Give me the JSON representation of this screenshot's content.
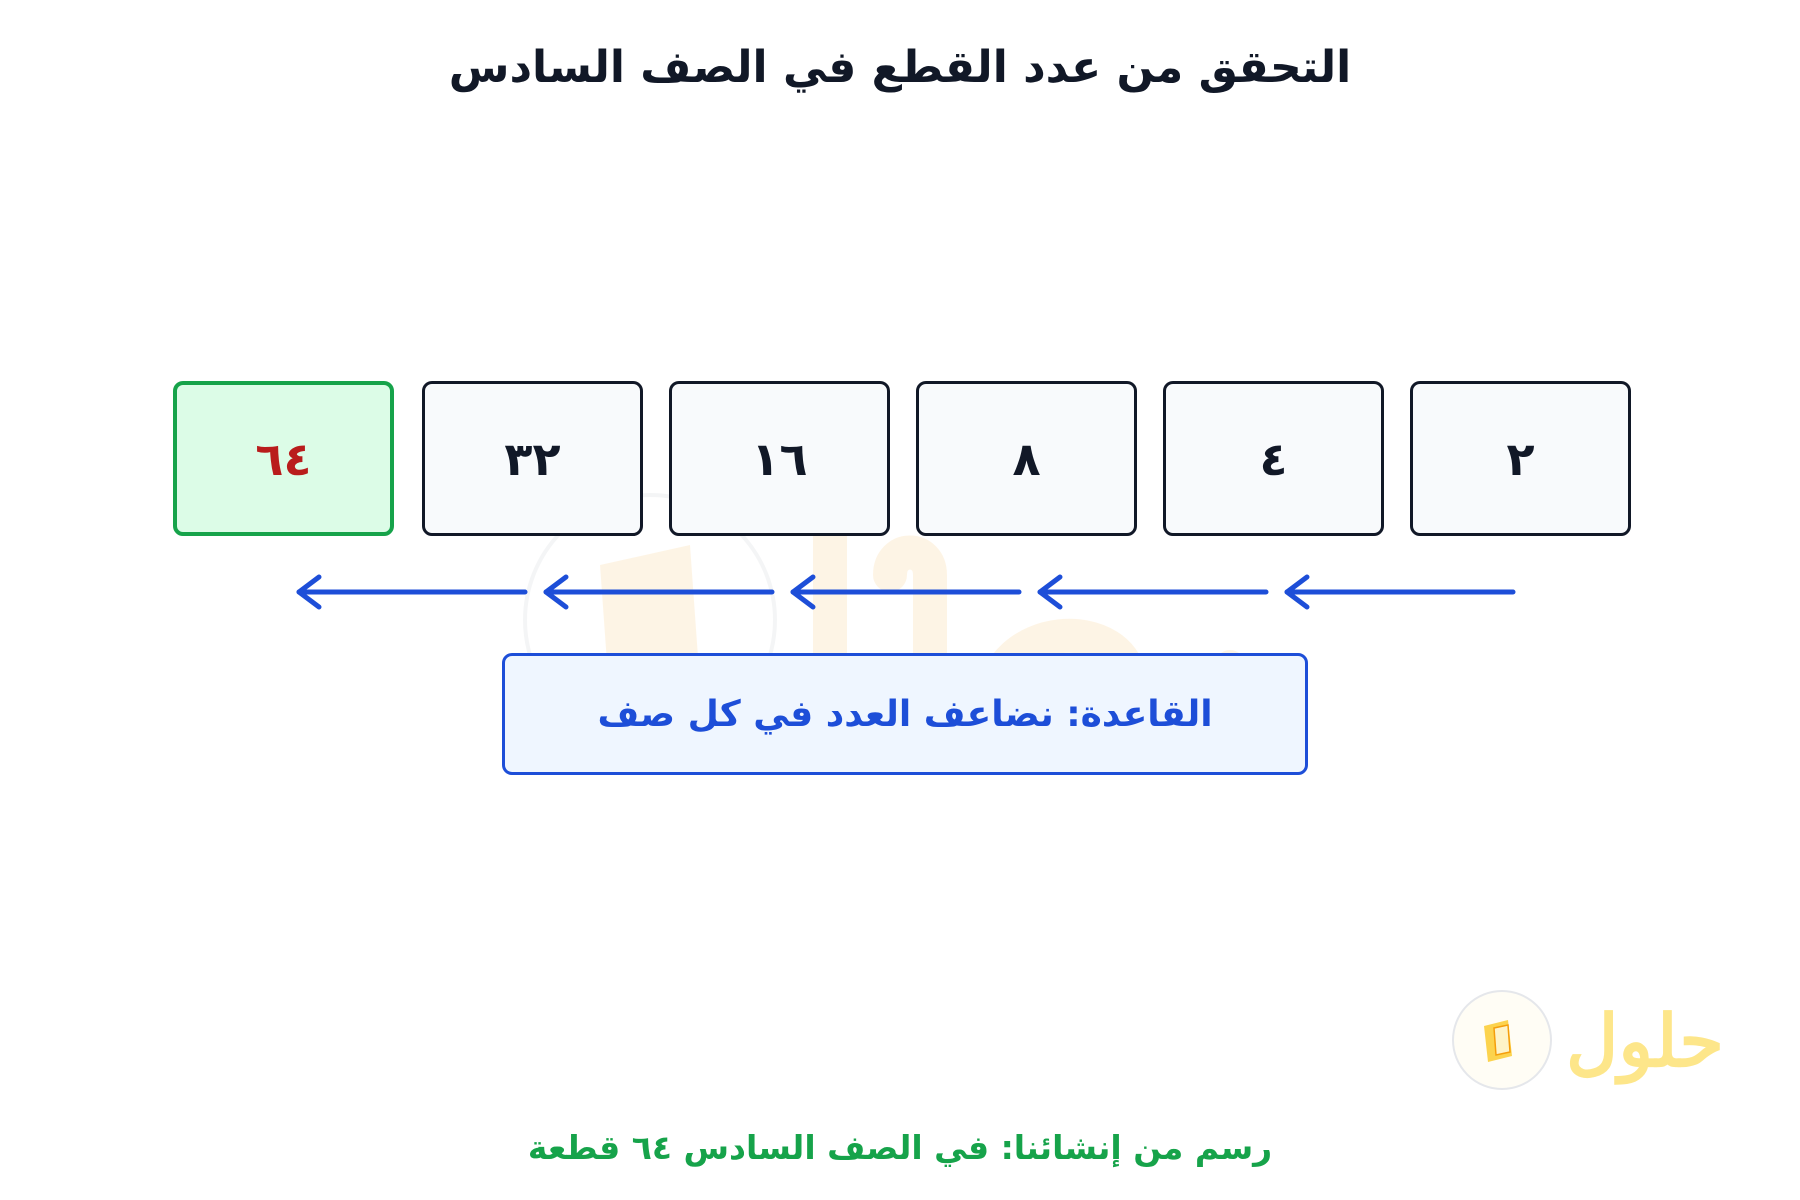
{
  "title": "التحقق من عدد القطع في الصف السادس",
  "rows": [
    {
      "label": "٢"
    },
    {
      "label": "٤"
    },
    {
      "label": "٨"
    },
    {
      "label": "١٦"
    },
    {
      "label": "٣٢"
    },
    {
      "label": "٦٤",
      "highlight": true
    }
  ],
  "rule_text": "القاعدة: نضاعف العدد في كل صف",
  "footer_text": "رسم من إنشائنا: في الصف السادس ٦٤ قطعة",
  "logo_text": "حلول",
  "colors": {
    "cell_border": "#111827",
    "cell_fill": "#f8fafc",
    "final_border": "#16a34a",
    "final_fill": "#dcfce7",
    "final_text": "#b91c1c",
    "arrow": "#1d4ed8",
    "rule_border": "#1d4ed8",
    "rule_fill": "#eff6ff",
    "footer_text": "#16a34a"
  }
}
